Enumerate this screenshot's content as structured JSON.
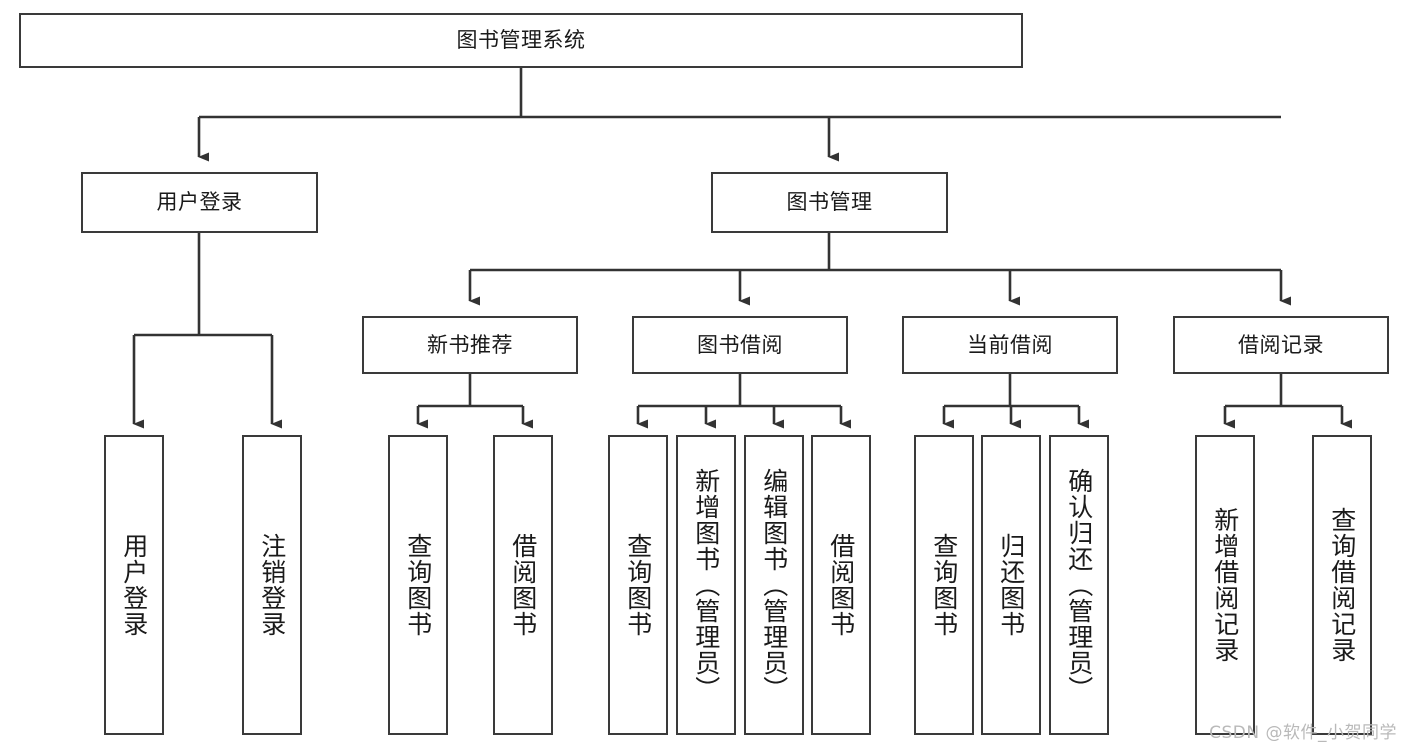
{
  "diagram": {
    "type": "tree-hierarchy",
    "title": "图书管理系统",
    "watermark": "CSDN @软件_小贺同学",
    "colors": {
      "box_border": "#3a3a3a",
      "box_fill": "#ffffff",
      "line": "#333333",
      "text": "#1a1a1a",
      "watermark": "#b9b9b9"
    },
    "nodes": {
      "root": {
        "label": "图书管理系统",
        "level": 1,
        "orientation": "horizontal"
      },
      "user_login": {
        "label": "用户登录",
        "level": 2,
        "orientation": "horizontal"
      },
      "book_manage": {
        "label": "图书管理",
        "level": 2,
        "orientation": "horizontal"
      },
      "new_book_rec": {
        "label": "新书推荐",
        "level": 3,
        "orientation": "horizontal"
      },
      "book_borrow": {
        "label": "图书借阅",
        "level": 3,
        "orientation": "horizontal"
      },
      "current_borrow": {
        "label": "当前借阅",
        "level": 3,
        "orientation": "horizontal"
      },
      "borrow_record": {
        "label": "借阅记录",
        "level": 3,
        "orientation": "horizontal"
      },
      "leaf_user_login": {
        "label": "用户登录",
        "level": 4,
        "orientation": "vertical"
      },
      "leaf_logout": {
        "label": "注销登录",
        "level": 4,
        "orientation": "vertical"
      },
      "leaf_query_book_1": {
        "label": "查询图书",
        "level": 4,
        "orientation": "vertical"
      },
      "leaf_borrow_book_1": {
        "label": "借阅图书",
        "level": 4,
        "orientation": "vertical"
      },
      "leaf_query_book_2": {
        "label": "查询图书",
        "level": 4,
        "orientation": "vertical"
      },
      "leaf_add_book": {
        "label": "新增图书（管理员）",
        "level": 4,
        "orientation": "vertical"
      },
      "leaf_edit_book": {
        "label": "编辑图书（管理员）",
        "level": 4,
        "orientation": "vertical"
      },
      "leaf_borrow_book_2": {
        "label": "借阅图书",
        "level": 4,
        "orientation": "vertical"
      },
      "leaf_query_book_3": {
        "label": "查询图书",
        "level": 4,
        "orientation": "vertical"
      },
      "leaf_return_book": {
        "label": "归还图书",
        "level": 4,
        "orientation": "vertical"
      },
      "leaf_confirm_return": {
        "label": "确认归还（管理员）",
        "level": 4,
        "orientation": "vertical"
      },
      "leaf_add_record": {
        "label": "新增借阅记录",
        "level": 4,
        "orientation": "vertical"
      },
      "leaf_query_record": {
        "label": "查询借阅记录",
        "level": 4,
        "orientation": "vertical"
      }
    },
    "edges": [
      {
        "from": "root",
        "to": "user_login"
      },
      {
        "from": "root",
        "to": "book_manage"
      },
      {
        "from": "book_manage",
        "to": "new_book_rec"
      },
      {
        "from": "book_manage",
        "to": "book_borrow"
      },
      {
        "from": "book_manage",
        "to": "current_borrow"
      },
      {
        "from": "book_manage",
        "to": "borrow_record"
      },
      {
        "from": "user_login",
        "to": "leaf_user_login"
      },
      {
        "from": "user_login",
        "to": "leaf_logout"
      },
      {
        "from": "new_book_rec",
        "to": "leaf_query_book_1"
      },
      {
        "from": "new_book_rec",
        "to": "leaf_borrow_book_1"
      },
      {
        "from": "book_borrow",
        "to": "leaf_query_book_2"
      },
      {
        "from": "book_borrow",
        "to": "leaf_add_book"
      },
      {
        "from": "book_borrow",
        "to": "leaf_edit_book"
      },
      {
        "from": "book_borrow",
        "to": "leaf_borrow_book_2"
      },
      {
        "from": "current_borrow",
        "to": "leaf_query_book_3"
      },
      {
        "from": "current_borrow",
        "to": "leaf_return_book"
      },
      {
        "from": "current_borrow",
        "to": "leaf_confirm_return"
      },
      {
        "from": "borrow_record",
        "to": "leaf_add_record"
      },
      {
        "from": "borrow_record",
        "to": "leaf_query_record"
      }
    ]
  }
}
